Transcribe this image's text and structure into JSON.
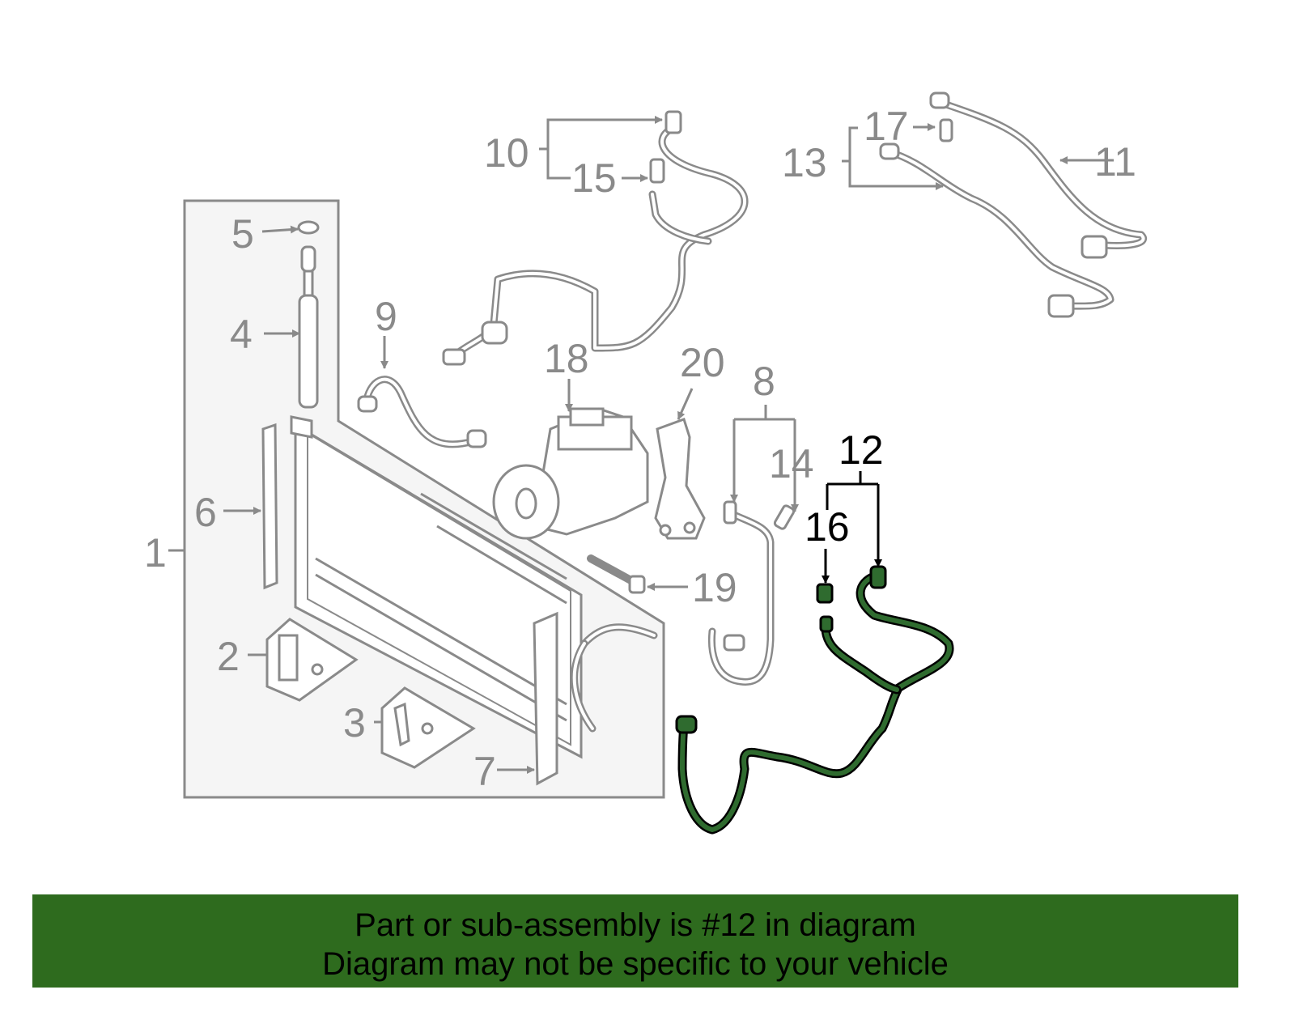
{
  "diagram": {
    "highlight_color": "#2e6b1e",
    "callouts": {
      "c1": "1",
      "c2": "2",
      "c3": "3",
      "c4": "4",
      "c5": "5",
      "c6": "6",
      "c7": "7",
      "c8": "8",
      "c9": "9",
      "c10": "10",
      "c11": "11",
      "c12": "12",
      "c13": "13",
      "c14": "14",
      "c15": "15",
      "c16": "16",
      "c17": "17",
      "c18": "18",
      "c19": "19",
      "c20": "20"
    }
  },
  "banner": {
    "line1": "Part or sub-assembly is #12 in diagram",
    "line2": "Diagram may not be specific to your vehicle"
  }
}
